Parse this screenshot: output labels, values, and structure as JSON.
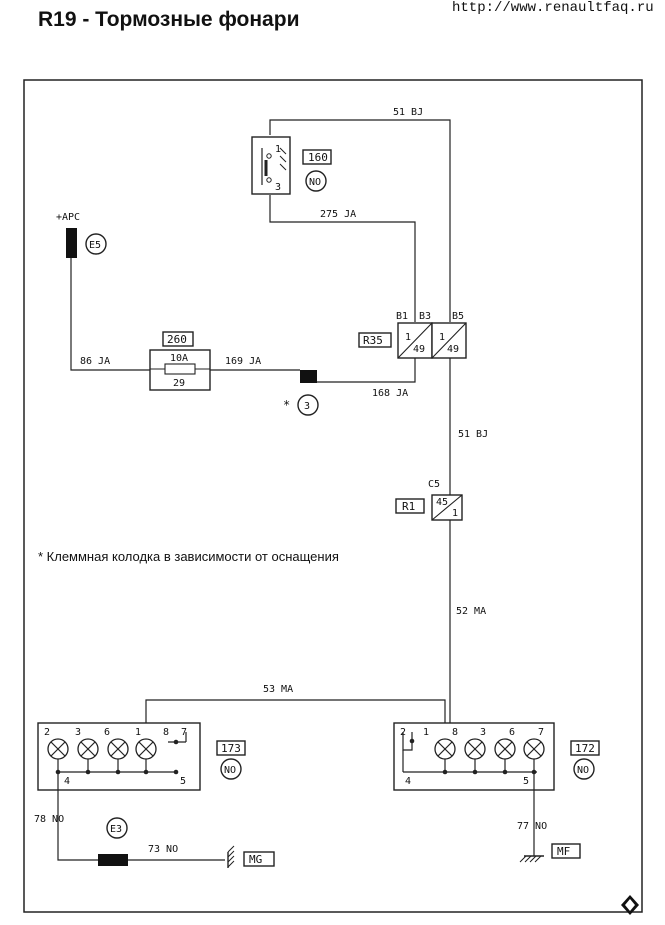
{
  "header": {
    "title": "R19 - Тормозные фонари",
    "url": "http://www.renaultfaq.ru"
  },
  "note": "* Клеммная колодка в зависимости от оснащения",
  "components": {
    "switch_160": {
      "id": "160",
      "code": "NO",
      "pin_top": "1",
      "pin_bottom": "3"
    },
    "supply_e5": {
      "label": "+APC",
      "code": "E5"
    },
    "fuse_260": {
      "id": "260",
      "rating": "10A",
      "number": "29"
    },
    "connector_3": {
      "star": "*",
      "code": "3"
    },
    "connector_r35": {
      "id": "R35",
      "pin_b1": "B1",
      "pin_b3": "B3",
      "pin_b5": "B5",
      "cell1_top": "1",
      "cell1_bottom": "49",
      "cell2_top": "1",
      "cell2_bottom": "49"
    },
    "connector_r1": {
      "id": "R1",
      "pin": "C5",
      "top": "45",
      "bottom": "1"
    },
    "lamp_173": {
      "id": "173",
      "code": "NO",
      "pins_top": [
        "2",
        "3",
        "6",
        "1",
        "8",
        "7"
      ],
      "pin_4": "4",
      "pin_5": "5"
    },
    "lamp_172": {
      "id": "172",
      "code": "NO",
      "pins_top": [
        "2",
        "1",
        "8",
        "3",
        "6",
        "7"
      ],
      "pin_4": "4",
      "pin_5": "5"
    },
    "ground_mg": {
      "id": "MG"
    },
    "ground_mf": {
      "id": "MF"
    },
    "ground_e3": {
      "code": "E3"
    }
  },
  "wires": {
    "w51_top": "51 BJ",
    "w275": "275 JA",
    "w86": "86  JA",
    "w169": "169 JA",
    "w168": "168 JA",
    "w51_mid": "51  BJ",
    "w52": "52 MA",
    "w53": "53 MA",
    "w78": "78 NO",
    "w73": "73 NO",
    "w77": "77 NO"
  }
}
